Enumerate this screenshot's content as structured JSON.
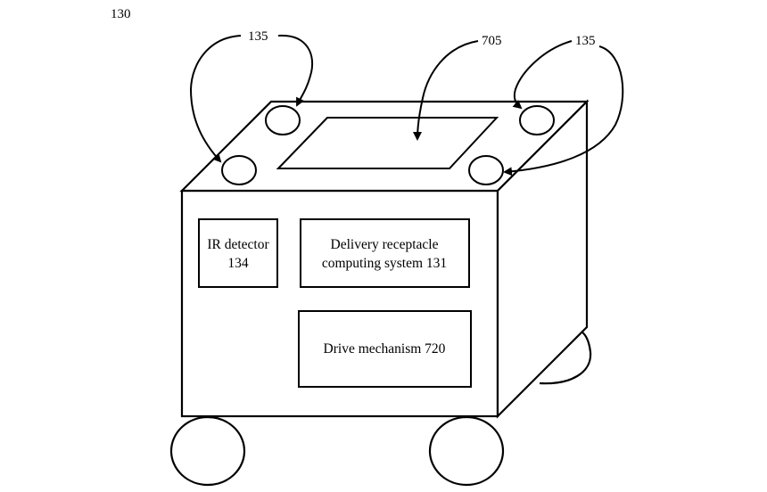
{
  "figure_ref": "130",
  "reference_labels": {
    "sensors_left": "135",
    "sensors_right": "135",
    "top_panel": "705"
  },
  "boxes": {
    "ir_detector": {
      "line1": "IR detector",
      "line2": "134"
    },
    "computing_system": {
      "line1": "Delivery receptacle",
      "line2": "computing system  131"
    },
    "drive_mechanism": {
      "line1": "Drive mechanism 720"
    }
  }
}
